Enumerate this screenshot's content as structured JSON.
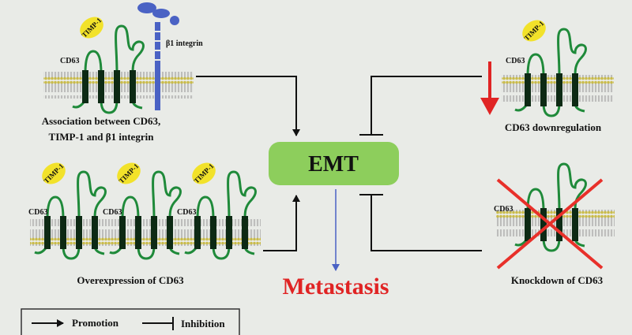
{
  "panels": {
    "association": {
      "cd63_label": "CD63",
      "timp_label": "TIMP-1",
      "integrin_label": "β1 integrin",
      "caption_line1": "Association between CD63,",
      "caption_line2": "TIMP-1 and β1 integrin"
    },
    "overexpression": {
      "cd63_label": "CD63",
      "timp_label": "TIMP-1",
      "caption": "Overexpression of CD63"
    },
    "downregulation": {
      "cd63_label": "CD63",
      "timp_label": "TIMP-1",
      "caption": "CD63 downregulation"
    },
    "knockdown": {
      "cd63_label": "CD63",
      "caption": "Knockdown of CD63"
    }
  },
  "center": {
    "emt_label": "EMT",
    "outcome_label": "Metastasis"
  },
  "legend": {
    "promotion_label": "Promotion",
    "inhibition_label": "Inhibition"
  },
  "colors": {
    "background": "#e9ebe7",
    "emt_box": "#8dce5c",
    "cd63": "#1f8a3a",
    "helix": "#0d2a14",
    "timp": "#f2e22a",
    "integrin": "#4a62c4",
    "metastasis": "#e02424",
    "down_arrow": "#e02424",
    "knockdown_x": "#e8302a",
    "membrane_head": "#c9bb4a"
  }
}
